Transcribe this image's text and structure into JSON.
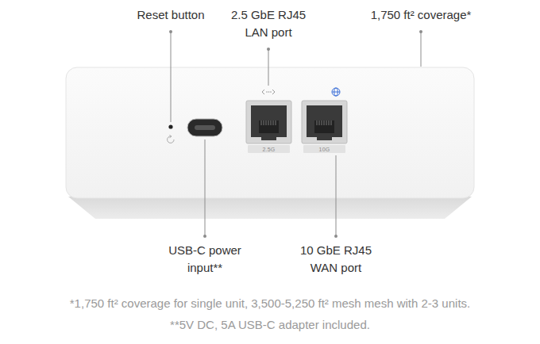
{
  "diagram": {
    "labels": [
      "Reset button",
      "2.5 GbE RJ45 LAN port",
      "1,750 ft² coverage*",
      "2.5G",
      "10G",
      "USB-C power input**",
      "10 GbE RJ45 WAN port",
      "*1,750 ft² coverage for single unit, 3,500-5,250 ft² mesh mesh with 2-3 units.",
      "**5V DC, 5A USB-C adapter included."
    ]
  }
}
